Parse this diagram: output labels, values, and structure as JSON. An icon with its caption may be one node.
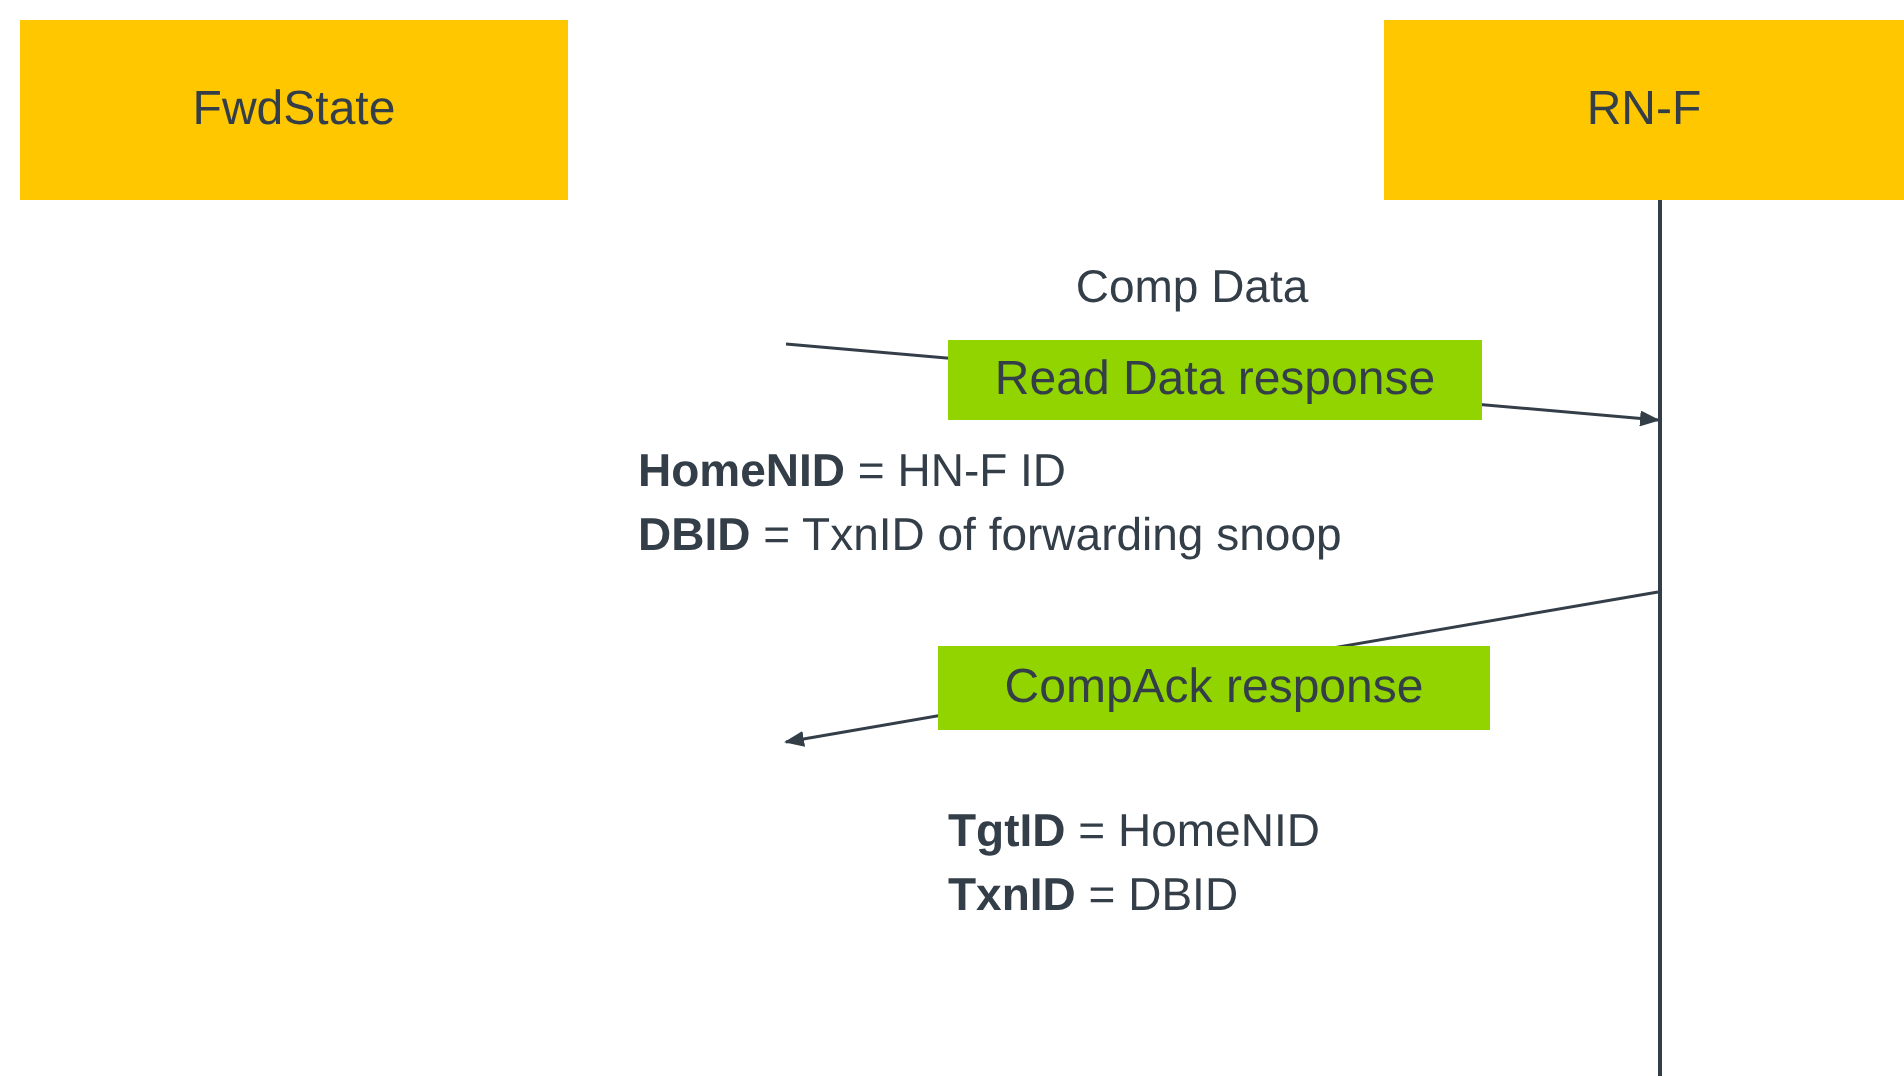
{
  "diagram": {
    "nodes": [
      {
        "text": [
          "FwdState"
        ]
      },
      {
        "text": [
          "RN-F"
        ]
      },
      {
        "text": [
          "Read Data response"
        ]
      },
      {
        "text": [
          "CompAck response"
        ]
      },
      {
        "text": [],
        "shape": "bar"
      }
    ],
    "edges": [
      {
        "from": null,
        "to": 4,
        "arrow": "to",
        "label": "Comp Data"
      },
      {
        "from": 4,
        "to": null,
        "arrow": "to"
      }
    ],
    "labels": [
      "**HomeNID** = HN-F ID",
      "**DBID** = TxnID of forwarding snoop",
      "**TgtID** = HomeNID",
      "**TxnID** = DBID"
    ]
  }
}
